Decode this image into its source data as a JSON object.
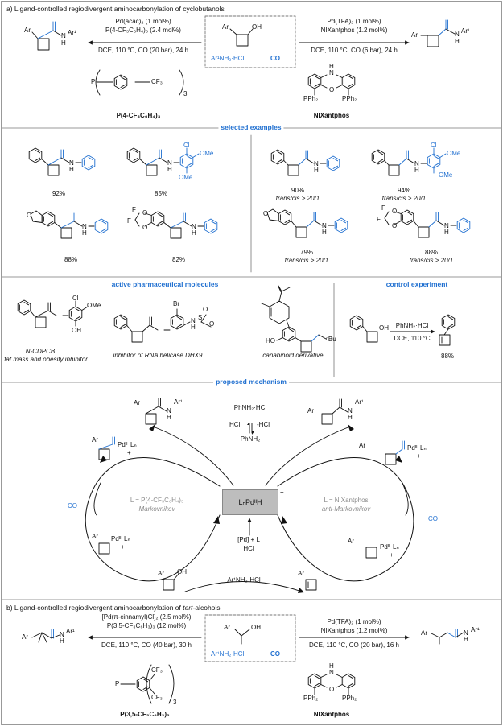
{
  "section_a": {
    "title": "a) Ligand-controlled regiodivergent aminocarbonylation of cyclobutanols",
    "left_conditions": [
      "Pd(acac)₂ (1 mol%)",
      "P(4-CF₃C₆H₄)₃ (2.4 mol%)",
      "DCE, 110 °C, CO (20 bar), 24 h"
    ],
    "right_conditions": [
      "Pd(TFA)₂ (1 mol%)",
      "NIXantphos (1.2 mol%)",
      "DCE, 110 °C, CO (6 bar), 24 h"
    ],
    "substrate": {
      "ar": "Ar",
      "oh": "OH",
      "amine": "Ar¹NH₂·HCl",
      "co": "CO"
    },
    "left_product": {
      "ar": "Ar",
      "nh": "N",
      "h": "H",
      "ar1": "Ar¹"
    },
    "right_product": {
      "ar": "Ar",
      "nh": "N",
      "h": "H",
      "ar1": "Ar¹"
    },
    "ligand_left": {
      "label": "P(4-CF₃C₆H₄)₃",
      "p": "P",
      "cf3": "CF₃",
      "sub": "3"
    },
    "ligand_right": {
      "label": "NIXantphos",
      "nh": "N",
      "h": "H",
      "o": "O",
      "pph2a": "PPh₂",
      "pph2b": "PPh₂"
    }
  },
  "selected_examples": {
    "header": "selected examples",
    "left": [
      {
        "yield": "92%"
      },
      {
        "yield": "85%",
        "cl": "Cl",
        "ome1": "OMe",
        "ome2": "OMe"
      },
      {
        "yield": "88%",
        "o": "O"
      },
      {
        "yield": "82%",
        "f1": "F",
        "f2": "F",
        "o1": "O",
        "o2": "O"
      }
    ],
    "right": [
      {
        "yield": "90%",
        "ratio": "trans/cis > 20/1"
      },
      {
        "yield": "94%",
        "ratio": "trans/cis > 20/1",
        "cl": "Cl",
        "ome1": "OMe",
        "ome2": "OMe"
      },
      {
        "yield": "79%",
        "ratio": "trans/cis > 20/1",
        "o": "O"
      },
      {
        "yield": "88%",
        "ratio": "trans/cis > 20/1",
        "f1": "F",
        "f2": "F",
        "o1": "O",
        "o2": "O"
      }
    ],
    "n": "N",
    "h": "H"
  },
  "pharma": {
    "header": "active pharmaceutical molecules",
    "items": [
      {
        "name": "N-CDPCB",
        "desc": "fat mass and obesity inhibitor",
        "cl": "Cl",
        "ome": "OMe",
        "oh": "OH"
      },
      {
        "desc": "inhibitor of RNA helicase DHX9",
        "br": "Br",
        "s": "S",
        "nh": "N",
        "h": "H",
        "o1": "O",
        "o2": "O"
      },
      {
        "desc": "canabinoid derivative",
        "ho": "HO",
        "bu": "ⁿBu"
      }
    ]
  },
  "control": {
    "header": "control experiment",
    "reagent": "PhNH₂·HCl",
    "conditions": "DCE, 110 °C",
    "oh": "OH",
    "yield": "88%"
  },
  "mechanism": {
    "header": "proposed mechanism",
    "center": "LₙPdᴵᴵH",
    "center_charge": "+",
    "left_label_1": "L = P(4-CF₃C₆H₄)₃",
    "left_label_2": "Markovnikov",
    "right_label_1": "L = NIXantphos",
    "right_label_2": "anti-Markovnikov",
    "co_left": "CO",
    "co_right": "CO",
    "amine_top": "PhNH₂·HCl",
    "hcl_plus": "HCl",
    "hcl_minus": "-HCl",
    "amine_free": "PhNH₂",
    "pd_plus_l": "[Pd] + L",
    "hcl_bottom": "HCl",
    "bottom_amine": "Ar¹NH₂·HCl",
    "pd_complex": "Pdᴵᴵ",
    "ln": "Lₙ",
    "plus": "+",
    "ar": "Ar",
    "oh": "OH",
    "o": "O",
    "n": "N",
    "h": "H",
    "ar1": "Ar¹"
  },
  "section_b": {
    "title_prefix": "b) Ligand-controlled regiodivergent aminocarbonylation of ",
    "title_italic": "tert",
    "title_suffix": "-alcohols",
    "left_conditions": [
      "[Pd(π-cinnamyl)Cl]₂ (2.5 mol%)",
      "P(3,5-CF₃C₆H₃)₃ (12 mol%)",
      "DCE, 110 °C, CO (40 bar), 30 h"
    ],
    "right_conditions": [
      "Pd(TFA)₂ (1 mol%)",
      "NIXantphos (1.2 mol%)",
      "DCE, 110 °C, CO (20 bar), 16 h"
    ],
    "substrate": {
      "ar": "Ar",
      "oh": "OH",
      "amine": "Ar¹NH₂·HCl",
      "co": "CO"
    },
    "product": {
      "ar": "Ar",
      "n": "N",
      "h": "H",
      "ar1": "Ar¹"
    },
    "ligand_left": {
      "label": "P(3,5-CF₃C₆H₃)₃",
      "p": "P",
      "cf3a": "CF₃",
      "cf3b": "CF₃",
      "sub": "3"
    },
    "ligand_right": {
      "label": "NIXantphos",
      "n": "N",
      "h": "H",
      "o": "O",
      "pph2a": "PPh₂",
      "pph2b": "PPh₂"
    }
  }
}
